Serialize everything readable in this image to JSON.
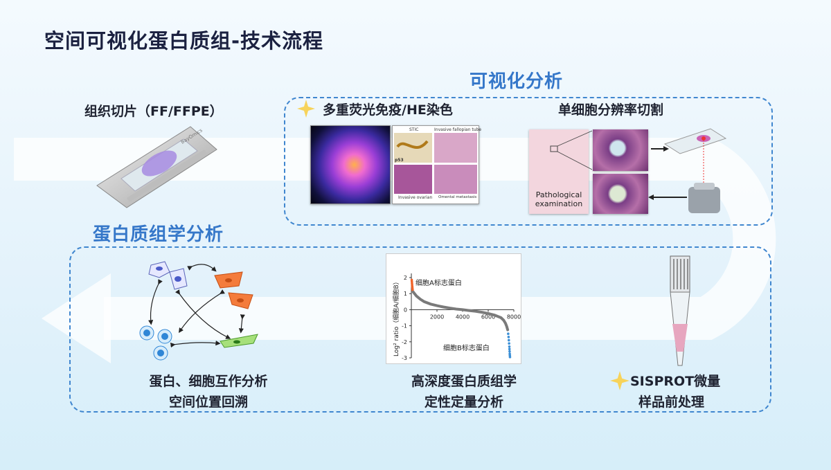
{
  "title": "空间可视化蛋白质组-技术流程",
  "sections": {
    "visual": "可视化分析",
    "proteomics": "蛋白质组学分析"
  },
  "steps": {
    "tissue": "组织切片（FF/FFPE）",
    "staining": "多重荧光免疫/HE染色",
    "single_cell": "单细胞分辨率切割",
    "prep_line1": "SISPROT微量",
    "prep_line2": "样品前处理",
    "quant_line1": "高深度蛋白质组学",
    "quant_line2": "定性定量分析",
    "interact_line1": "蛋白、细胞互作分析",
    "interact_line2": "空间位置回溯"
  },
  "slide_brand": "BayOmics",
  "he_panel": {
    "stic": "STIC",
    "fallopian": "Invasive fallopian  tube",
    "p53": "p53",
    "ovarian": "Invasive ovarian",
    "omental": "Omental metastasis"
  },
  "pathology": "Pathological examination",
  "colors": {
    "accent": "#3577c9",
    "dashed": "#3f86cf",
    "upregulated": "#f0642a",
    "downregulated": "#3b8fd6"
  },
  "chart_data": {
    "type": "scatter",
    "ylabel": "Log² ratio（细胞A/细胞B）",
    "xlim": [
      0,
      8000
    ],
    "ylim": [
      -3,
      2
    ],
    "xticks": [
      2000,
      4000,
      6000,
      8000
    ],
    "yticks": [
      2,
      1,
      0,
      -1,
      -2,
      -3
    ],
    "annotations": [
      "细胞A标志蛋白",
      "细胞B标志蛋白"
    ],
    "series": [
      {
        "name": "细胞A标志蛋白",
        "x": [
          30,
          40,
          50,
          60,
          70,
          80,
          90,
          100
        ],
        "y": [
          1.85,
          1.75,
          1.65,
          1.55,
          1.45,
          1.38,
          1.3,
          1.22
        ]
      },
      {
        "name": "",
        "x": [
          150,
          400,
          700,
          1000,
          1500,
          2000,
          2500,
          3000,
          3500,
          4000,
          4500,
          5000,
          5500,
          6000,
          6500,
          7000,
          7200,
          7350,
          7450,
          7520
        ],
        "y": [
          1.1,
          0.85,
          0.65,
          0.5,
          0.35,
          0.25,
          0.17,
          0.1,
          0.04,
          0.0,
          -0.05,
          -0.1,
          -0.16,
          -0.24,
          -0.34,
          -0.5,
          -0.65,
          -0.85,
          -1.05,
          -1.25
        ]
      },
      {
        "name": "细胞B标志蛋白",
        "x": [
          7560,
          7590,
          7610,
          7630,
          7650,
          7660,
          7670,
          7680,
          7690,
          7700
        ],
        "y": [
          -1.5,
          -1.7,
          -1.9,
          -2.1,
          -2.3,
          -2.45,
          -2.6,
          -2.75,
          -2.85,
          -2.95
        ]
      }
    ]
  }
}
